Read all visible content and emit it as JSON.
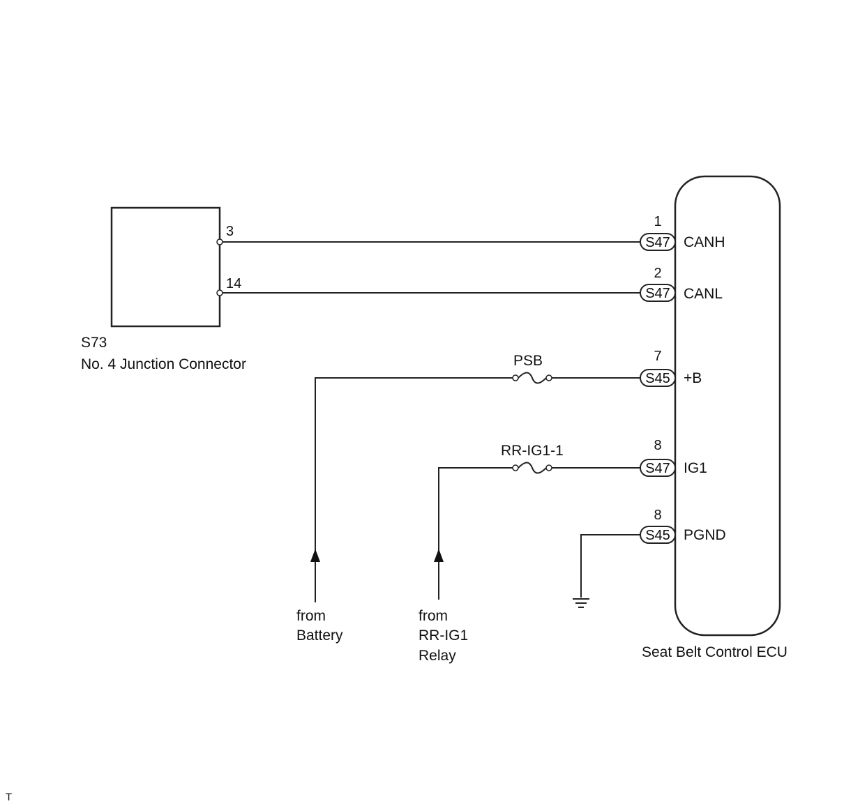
{
  "junction": {
    "code": "S73",
    "name": "No. 4 Junction Connector",
    "pins": [
      "3",
      "14"
    ]
  },
  "ecu": {
    "name": "Seat Belt Control ECU"
  },
  "terminals": [
    {
      "pin": "1",
      "connector": "S47",
      "signal": "CANH"
    },
    {
      "pin": "2",
      "connector": "S47",
      "signal": "CANL"
    },
    {
      "pin": "7",
      "connector": "S45",
      "signal": "+B"
    },
    {
      "pin": "8",
      "connector": "S47",
      "signal": "IG1"
    },
    {
      "pin": "8",
      "connector": "S45",
      "signal": "PGND"
    }
  ],
  "fuses": [
    "PSB",
    "RR-IG1-1"
  ],
  "sources": {
    "battery": [
      "from",
      "Battery"
    ],
    "relay": [
      "from",
      "RR-IG1",
      "Relay"
    ]
  },
  "footer_mark": "T"
}
